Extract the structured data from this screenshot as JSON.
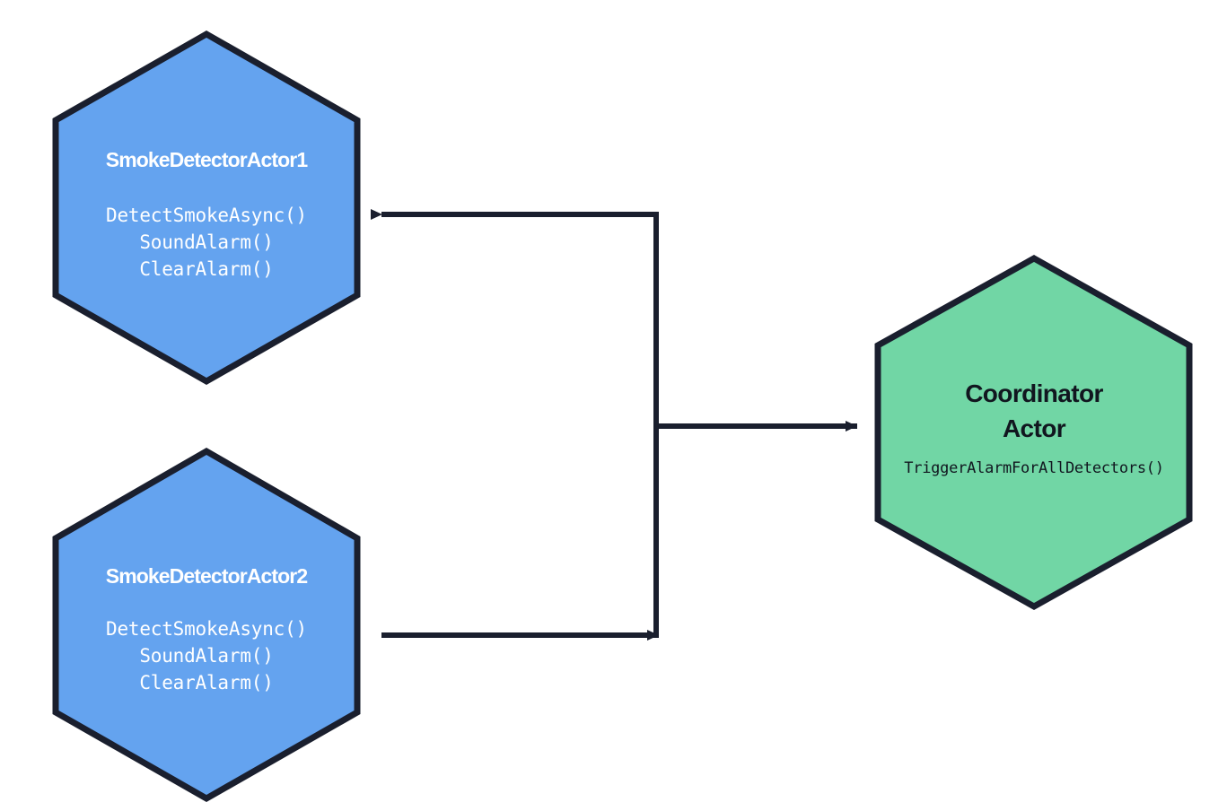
{
  "diagram": {
    "type": "actor-message-flow",
    "background_color": "#ffffff",
    "colors": {
      "detector_fill": "#64a3ef",
      "coordinator_fill": "#71d6a5",
      "node_border": "#1a1f2e",
      "connector": "#1a1f2e",
      "detector_text": "#ffffff",
      "coordinator_text": "#11161f"
    },
    "nodes": [
      {
        "id": "smoke-detector-actor-1",
        "shape": "hexagon",
        "title": "SmokeDetectorActor1",
        "title_lines": [
          "SmokeDetectorActor1"
        ],
        "methods": [
          "DetectSmokeAsync()",
          "SoundAlarm()",
          "ClearAlarm()"
        ]
      },
      {
        "id": "smoke-detector-actor-2",
        "shape": "hexagon",
        "title": "SmokeDetectorActor2",
        "title_lines": [
          "SmokeDetectorActor2"
        ],
        "methods": [
          "DetectSmokeAsync()",
          "SoundAlarm()",
          "ClearAlarm()"
        ]
      },
      {
        "id": "coordinator-actor",
        "shape": "hexagon",
        "title": "Coordinator Actor",
        "title_lines": [
          "Coordinator",
          "Actor"
        ],
        "methods": [
          "TriggerAlarmForAllDetectors()"
        ]
      }
    ],
    "connectors": [
      {
        "id": "coordinator-to-detector-1",
        "from": "coordinator-actor",
        "to": "smoke-detector-actor-1",
        "style": "orthogonal",
        "arrowhead": "end",
        "direction": "left"
      },
      {
        "id": "coordinator-to-detector-2",
        "from": "coordinator-actor",
        "to": "smoke-detector-actor-2",
        "style": "orthogonal",
        "arrowhead": "end",
        "direction": "left"
      },
      {
        "id": "trunk-to-coordinator",
        "from": "trunk",
        "to": "coordinator-actor",
        "style": "straight",
        "arrowhead": "end",
        "direction": "right"
      }
    ]
  }
}
